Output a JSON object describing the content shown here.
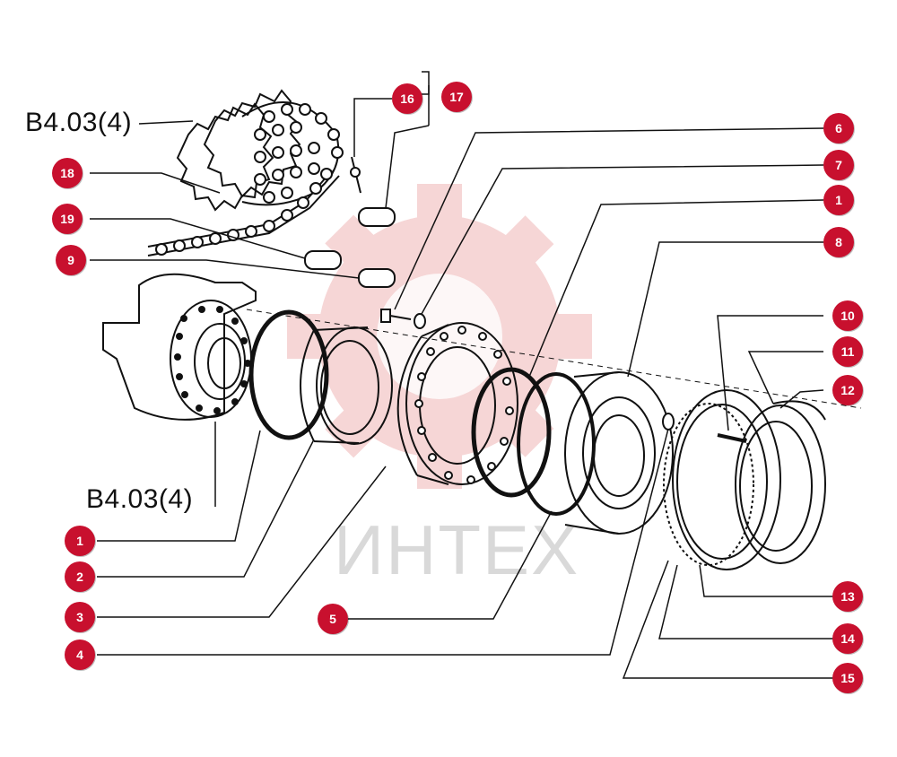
{
  "labels": {
    "ref_top": "B4.03(4)",
    "ref_bottom": "B4.03(4)"
  },
  "watermark": {
    "text": "ИНТЕХ",
    "gear_color": "#f3c9c9"
  },
  "callout_color": "#c8102e",
  "callouts": [
    "16",
    "17",
    "6",
    "7",
    "1",
    "8",
    "18",
    "19",
    "9",
    "10",
    "11",
    "12",
    "1",
    "2",
    "3",
    "5",
    "4",
    "13",
    "14",
    "15"
  ]
}
